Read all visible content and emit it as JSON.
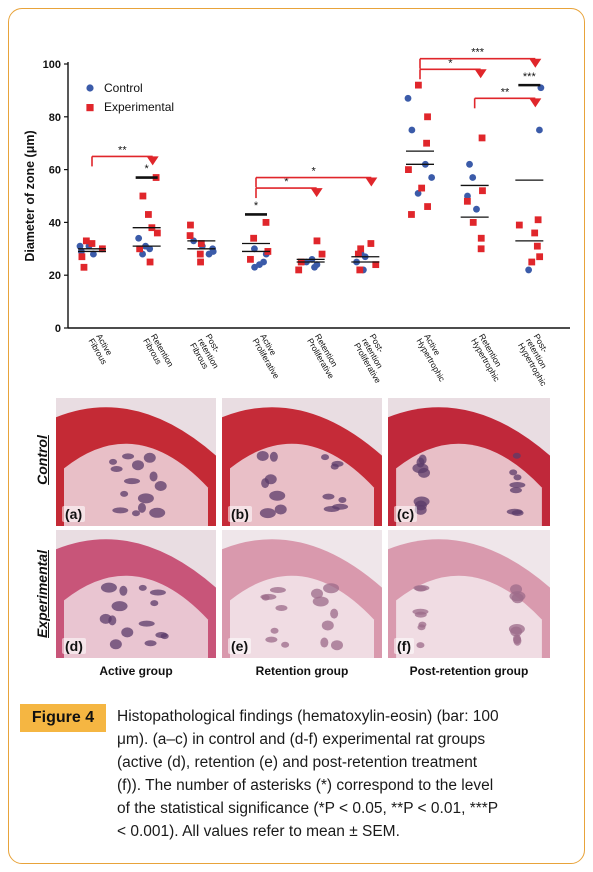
{
  "chart_data": {
    "type": "scatter",
    "ylabel": "Diameter of zone (μm)",
    "ylim": [
      0,
      100
    ],
    "yticks": [
      0,
      20,
      40,
      60,
      80,
      100
    ],
    "categories": [
      "Active\nFibrous",
      "Retention\nFibrous",
      "Post-\nretention\nFibrous",
      "Active\nProliferative",
      "Retention\nProliferative",
      "Post-\nretention\nProliferative",
      "Active\nHypertrophic",
      "Retention\nHypertrophic",
      "Post-\nretention\nHypertrophic"
    ],
    "legend": {
      "position": "top-left",
      "entries": [
        "Control",
        "Experimental"
      ]
    },
    "series": [
      {
        "name": "Control",
        "color": "#3b5ba9",
        "marker": "circle",
        "points": [
          [
            0,
            31
          ],
          [
            0,
            30
          ],
          [
            0,
            29
          ],
          [
            0,
            28
          ],
          [
            0,
            31
          ],
          [
            1,
            31
          ],
          [
            1,
            30
          ],
          [
            1,
            34
          ],
          [
            1,
            28
          ],
          [
            2,
            31
          ],
          [
            2,
            30
          ],
          [
            2,
            28
          ],
          [
            2,
            33
          ],
          [
            2,
            29
          ],
          [
            3,
            25
          ],
          [
            3,
            23
          ],
          [
            3,
            28
          ],
          [
            3,
            30
          ],
          [
            3,
            24
          ],
          [
            4,
            25
          ],
          [
            4,
            24
          ],
          [
            4,
            26
          ],
          [
            4,
            23
          ],
          [
            5,
            22
          ],
          [
            5,
            25
          ],
          [
            5,
            28
          ],
          [
            5,
            27
          ],
          [
            6,
            87
          ],
          [
            6,
            75
          ],
          [
            6,
            51
          ],
          [
            6,
            57
          ],
          [
            6,
            62
          ],
          [
            7,
            62
          ],
          [
            7,
            57
          ],
          [
            7,
            50
          ],
          [
            7,
            45
          ],
          [
            8,
            91
          ],
          [
            8,
            75
          ],
          [
            8,
            22
          ]
        ]
      },
      {
        "name": "Experimental",
        "color": "#e0262b",
        "marker": "square",
        "points": [
          [
            0,
            33
          ],
          [
            0,
            30
          ],
          [
            0,
            27
          ],
          [
            0,
            23
          ],
          [
            0,
            32
          ],
          [
            1,
            57
          ],
          [
            1,
            50
          ],
          [
            1,
            43
          ],
          [
            1,
            38
          ],
          [
            1,
            36
          ],
          [
            1,
            30
          ],
          [
            1,
            25
          ],
          [
            2,
            39
          ],
          [
            2,
            35
          ],
          [
            2,
            32
          ],
          [
            2,
            28
          ],
          [
            2,
            25
          ],
          [
            3,
            40
          ],
          [
            3,
            34
          ],
          [
            3,
            29
          ],
          [
            3,
            26
          ],
          [
            4,
            33
          ],
          [
            4,
            28
          ],
          [
            4,
            25
          ],
          [
            4,
            22
          ],
          [
            5,
            32
          ],
          [
            5,
            30
          ],
          [
            5,
            28
          ],
          [
            5,
            24
          ],
          [
            5,
            22
          ],
          [
            6,
            92
          ],
          [
            6,
            80
          ],
          [
            6,
            70
          ],
          [
            6,
            60
          ],
          [
            6,
            53
          ],
          [
            6,
            46
          ],
          [
            6,
            43
          ],
          [
            7,
            72
          ],
          [
            7,
            52
          ],
          [
            7,
            48
          ],
          [
            7,
            40
          ],
          [
            7,
            34
          ],
          [
            7,
            30
          ],
          [
            8,
            41
          ],
          [
            8,
            39
          ],
          [
            8,
            36
          ],
          [
            8,
            31
          ],
          [
            8,
            27
          ],
          [
            8,
            25
          ]
        ]
      }
    ],
    "means": [
      {
        "category": 0,
        "control": 30,
        "experimental": 29
      },
      {
        "category": 1,
        "control": 31,
        "experimental": 38
      },
      {
        "category": 2,
        "control": 30,
        "experimental": 33
      },
      {
        "category": 3,
        "control": 29,
        "experimental": 32
      },
      {
        "category": 4,
        "control": 25,
        "experimental": 26
      },
      {
        "category": 5,
        "control": 25,
        "experimental": 27
      },
      {
        "category": 6,
        "control": 62,
        "experimental": 67
      },
      {
        "category": 7,
        "control": 42,
        "experimental": 54
      },
      {
        "category": 8,
        "control": 33,
        "experimental": 56
      }
    ],
    "sem_bars": [
      {
        "category": 1,
        "value": 57
      },
      {
        "category": 3,
        "value": 43
      },
      {
        "category": 8,
        "value": 92
      }
    ],
    "significance": [
      {
        "from": 0,
        "to": 1,
        "level": 65,
        "label": "**"
      },
      {
        "from": 3,
        "to": 4,
        "level": 53,
        "label": "*"
      },
      {
        "from": 3,
        "to": 5,
        "level": 57,
        "label": "*"
      },
      {
        "from": 6,
        "to": 7,
        "level": 98,
        "label": "*"
      },
      {
        "from": 6,
        "to": 8,
        "level": 102,
        "label": "***"
      },
      {
        "from": 7,
        "to": 8,
        "level": 87,
        "label": "**"
      }
    ],
    "marker_stars": [
      {
        "category": 1,
        "value": 59,
        "label": "*"
      },
      {
        "category": 3,
        "value": 45,
        "label": "*"
      },
      {
        "category": 8,
        "value": 94,
        "label": "***"
      }
    ]
  },
  "histology": {
    "side_labels": {
      "control": "Control",
      "experimental": "Experimental"
    },
    "panels": [
      {
        "label": "(a)",
        "tone": "#c42a35"
      },
      {
        "label": "(b)",
        "tone": "#c52b38"
      },
      {
        "label": "(c)",
        "tone": "#c0283a"
      },
      {
        "label": "(d)",
        "tone": "#c85579"
      },
      {
        "label": "(e)",
        "tone": "#d999ad"
      },
      {
        "label": "(f)",
        "tone": "#d99aae"
      }
    ],
    "group_labels": [
      "Active group",
      "Retention group",
      "Post-retention group"
    ]
  },
  "figure": {
    "badge": "Figure 4",
    "caption_lines": [
      "Histopathological findings (hematoxylin-eosin) (bar: 100",
      "μm). (a–c) in control and (d-f) experimental rat groups",
      "(active (d), retention (e) and post-retention treatment",
      "(f)). The number of asterisks (*) correspond to the level",
      "of the statistical significance (*P < 0.05, **P < 0.01, ***P",
      "< 0.001). All values refer to mean ± SEM."
    ]
  }
}
